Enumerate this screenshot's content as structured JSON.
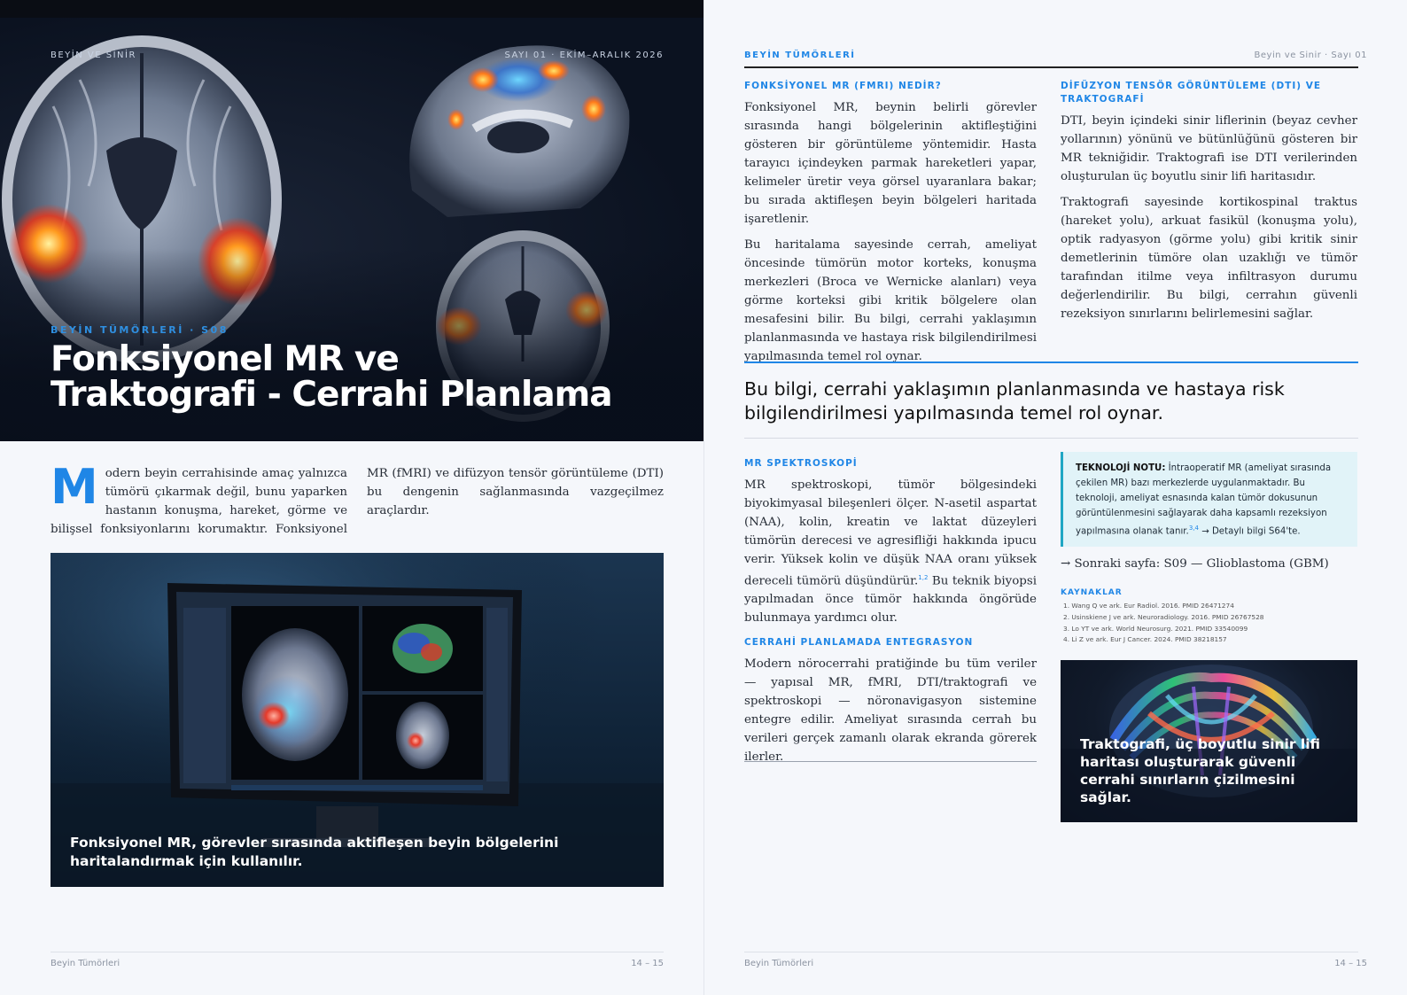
{
  "left": {
    "hero": {
      "running_head_left": "BEYİN VE SİNİR",
      "running_head_right": "SAYI 01 · EKİM–ARALIK 2026",
      "section_label": "BEYİN TÜMÖRLERİ · S08",
      "title_line1": "Fonksiyonel MR ve",
      "title_line2": "Traktografi - Cerrahi Planlama"
    },
    "intro": {
      "dropcap": "M",
      "text": "odern beyin cerrahisinde amaç yalnızca tümörü çıkarmak değil, bunu yaparken hastanın konuşma, hareket, görme ve bilişsel fonksiyonlarını korumaktır. Fonksiyonel MR (fMRI) ve difüzyon tensör görüntüleme (DTI) bu dengenin sağlanmasında vazgeçilmez araçlardır."
    },
    "photo_caption": "Fonksiyonel MR, görevler sırasında aktifleşen beyin bölgelerini haritalandırmak için kullanılır.",
    "footer": {
      "left": "Beyin Tümörleri",
      "right": "14 – 15"
    }
  },
  "right": {
    "running_head_left": "BEYİN TÜMÖRLERİ",
    "running_head_right": "Beyin ve Sinir · Sayı 01",
    "fmri": {
      "heading": "FONKSİYONEL MR (FMRI) NEDİR?",
      "p1": "Fonksiyonel MR, beynin belirli görevler sırasında hangi bölgelerinin aktifleştiğini gösteren bir görüntüleme yöntemidir. Hasta tarayıcı içindeyken parmak hareketleri yapar, kelimeler üretir veya görsel uyaranlara bakar; bu sırada aktifleşen beyin bölgeleri haritada işaretlenir.",
      "p2": "Bu haritalama sayesinde cerrah, ameliyat öncesinde tümörün motor korteks, konuşma merkezleri (Broca ve Wernicke alanları) veya görme korteksi gibi kritik bölgelere olan mesafesini bilir. Bu bilgi, cerrahi yaklaşımın planlanmasında ve hastaya risk bilgilendirilmesi yapılmasında temel rol oynar."
    },
    "dti": {
      "heading": "DİFÜZYON TENSÖR GÖRÜNTÜLEME (DTI) VE TRAKTOGRAFİ",
      "p1": "DTI, beyin içindeki sinir liflerinin (beyaz cevher yollarının) yönünü ve bütünlüğünü gösteren bir MR tekniğidir. Traktografi ise DTI verilerinden oluşturulan üç boyutlu sinir lifi haritasıdır.",
      "p2": "Traktografi sayesinde kortikospinal traktus (hareket yolu), arkuat fasikül (konuşma yolu), optik radyasyon (görme yolu) gibi kritik sinir demetlerinin tümöre olan uzaklığı ve tümör tarafından itilme veya infiltrasyon durumu değerlendirilir. Bu bilgi, cerrahın güvenli rezeksiyon sınırlarını belirlemesini sağlar."
    },
    "pull_quote": "Bu bilgi, cerrahi yaklaşımın planlanmasında ve hastaya risk bilgilendirilmesi yapılmasında temel rol oynar.",
    "spectro": {
      "heading": "MR SPEKTROSKOPİ",
      "p1": "MR spektroskopi, tümör bölgesindeki biyokimyasal bileşenleri ölçer. N-asetil aspartat (NAA), kolin, kreatin ve laktat düzeyleri tümörün derecesi ve agresifliği hakkında ipucu verir. Yüksek kolin ve düşük NAA oranı yüksek dereceli tümörü düşündürür.",
      "p1_sup": "1,2",
      "p1_end": " Bu teknik biyopsi yapılmadan önce tümör hakkında öngörüde bulunmaya yardımcı olur."
    },
    "integration": {
      "heading": "CERRAHİ PLANLAMADA ENTEGRASYON",
      "p1": "Modern nörocerrahi pratiğinde bu tüm veriler — yapısal MR, fMRI, DTI/traktografi ve spektroskopi — nöronavigasyon sistemine entegre edilir. Ameliyat sırasında cerrah bu verileri gerçek zamanlı olarak ekranda görerek ilerler."
    },
    "note": {
      "label": "TEKNOLOJİ NOTU:",
      "text": " İntraoperatif MR (ameliyat sırasında çekilen MR) bazı merkezlerde uygulanmaktadır. Bu teknoloji, ameliyat esnasında kalan tümör dokusunun görüntülenmesini sağlayarak daha kapsamlı rezeksiyon yapılmasına olanak tanır.",
      "sup": "3,4",
      "tail": " → Detaylı bilgi S64'te."
    },
    "next_page": "→ Sonraki sayfa: S09 — Glioblastoma (GBM)",
    "refs_heading": "KAYNAKLAR",
    "refs": [
      "1. Wang Q ve ark. Eur Radiol. 2016. PMID 26471274",
      "2. Usinskiene J ve ark. Neuroradiology. 2016. PMID 26767528",
      "3. Lo YT ve ark. World Neurosurg. 2021. PMID 33540099",
      "4. Li Z ve ark. Eur J Cancer. 2024. PMID 38218157"
    ],
    "tracto_caption": "Traktografi, üç boyutlu sinir lifi haritası oluşturarak güvenli cerrahi sınırların çizilmesini sağlar.",
    "footer": {
      "left": "Beyin Tümörleri",
      "right": "14 – 15"
    }
  }
}
